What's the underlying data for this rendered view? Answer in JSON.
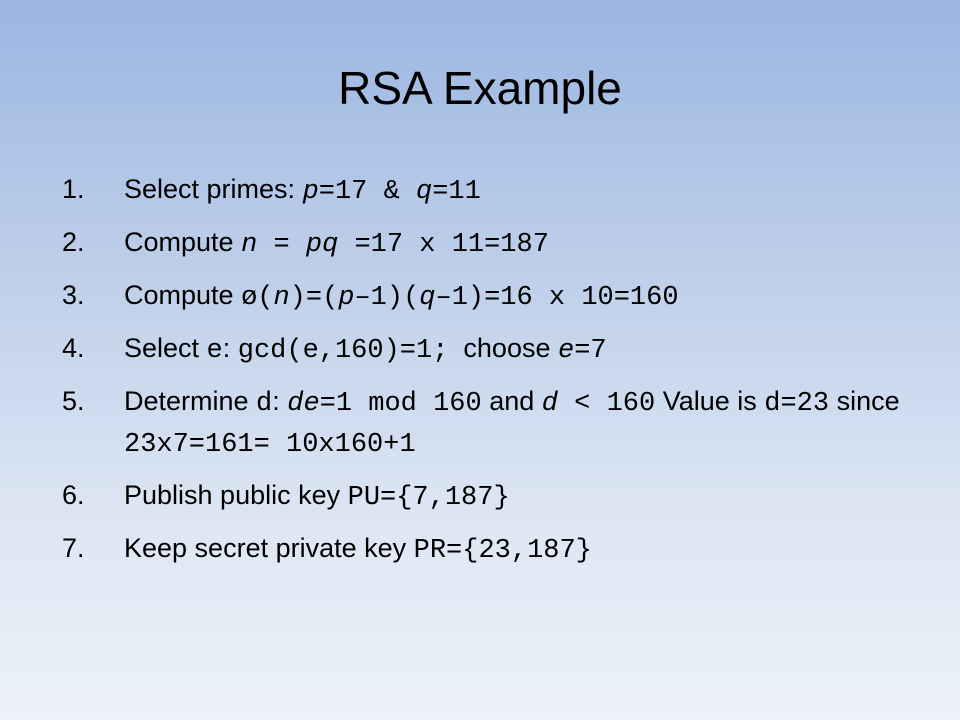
{
  "title": "RSA Example",
  "items": [
    {
      "number": "1.",
      "parts": [
        {
          "text": "Select primes: ",
          "style": "sans"
        },
        {
          "text": "p",
          "style": "mono-it"
        },
        {
          "text": "=17 & ",
          "style": "mono"
        },
        {
          "text": "q",
          "style": "mono-it"
        },
        {
          "text": "=11",
          "style": "mono"
        }
      ]
    },
    {
      "number": "2.",
      "parts": [
        {
          "text": "Compute ",
          "style": "sans"
        },
        {
          "text": "n",
          "style": "mono-it"
        },
        {
          "text": " = ",
          "style": "mono"
        },
        {
          "text": "pq",
          "style": "mono-it"
        },
        {
          "text": " =17 x 11=187",
          "style": "mono"
        }
      ]
    },
    {
      "number": "3.",
      "parts": [
        {
          "text": "Compute ",
          "style": "sans"
        },
        {
          "text": "ø(",
          "style": "mono"
        },
        {
          "text": "n",
          "style": "mono-it"
        },
        {
          "text": ")=(",
          "style": "mono"
        },
        {
          "text": "p",
          "style": "mono-it"
        },
        {
          "text": "–1)(",
          "style": "mono"
        },
        {
          "text": "q",
          "style": "mono-it"
        },
        {
          "text": "–1)=16 x 10=160",
          "style": "mono"
        }
      ]
    },
    {
      "number": "4.",
      "parts": [
        {
          "text": "Select ",
          "style": "sans"
        },
        {
          "text": "e",
          "style": "mono"
        },
        {
          "text": ": ",
          "style": "sans"
        },
        {
          "text": "gcd(e,160)=1;",
          "style": "mono"
        },
        {
          "text": "  choose ",
          "style": "sans"
        },
        {
          "text": "e",
          "style": "mono-it"
        },
        {
          "text": "=7",
          "style": "mono"
        }
      ]
    },
    {
      "number": "5.",
      "parts": [
        {
          "text": "Determine ",
          "style": "sans"
        },
        {
          "text": "d",
          "style": "mono"
        },
        {
          "text": ": ",
          "style": "sans"
        },
        {
          "text": "de",
          "style": "mono-it"
        },
        {
          "text": "=1 mod 160",
          "style": "mono"
        },
        {
          "text": " and ",
          "style": "sans"
        },
        {
          "text": "d",
          "style": "mono-it"
        },
        {
          "text": " < 160",
          "style": "mono"
        },
        {
          "text": " Value is ",
          "style": "sans"
        },
        {
          "text": "d=23",
          "style": "mono"
        },
        {
          "text": " since ",
          "style": "sans"
        },
        {
          "text": "23x7=161= 10x160+1",
          "style": "mono"
        }
      ]
    },
    {
      "number": "6.",
      "parts": [
        {
          "text": "Publish public key ",
          "style": "sans"
        },
        {
          "text": "PU={7,187}",
          "style": "mono"
        }
      ]
    },
    {
      "number": "7.",
      "parts": [
        {
          "text": "Keep secret private key ",
          "style": "sans"
        },
        {
          "text": "PR={23,187}",
          "style": "mono"
        }
      ]
    }
  ]
}
